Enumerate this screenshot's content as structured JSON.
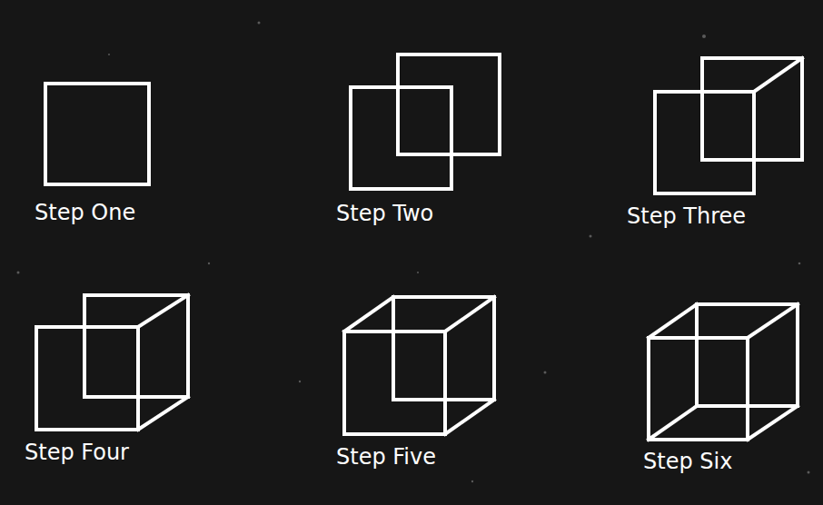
{
  "diagram": {
    "labels": [
      "Step One",
      "Step Two",
      "Step Three",
      "Step Four",
      "Step Five",
      "Step Six"
    ]
  }
}
